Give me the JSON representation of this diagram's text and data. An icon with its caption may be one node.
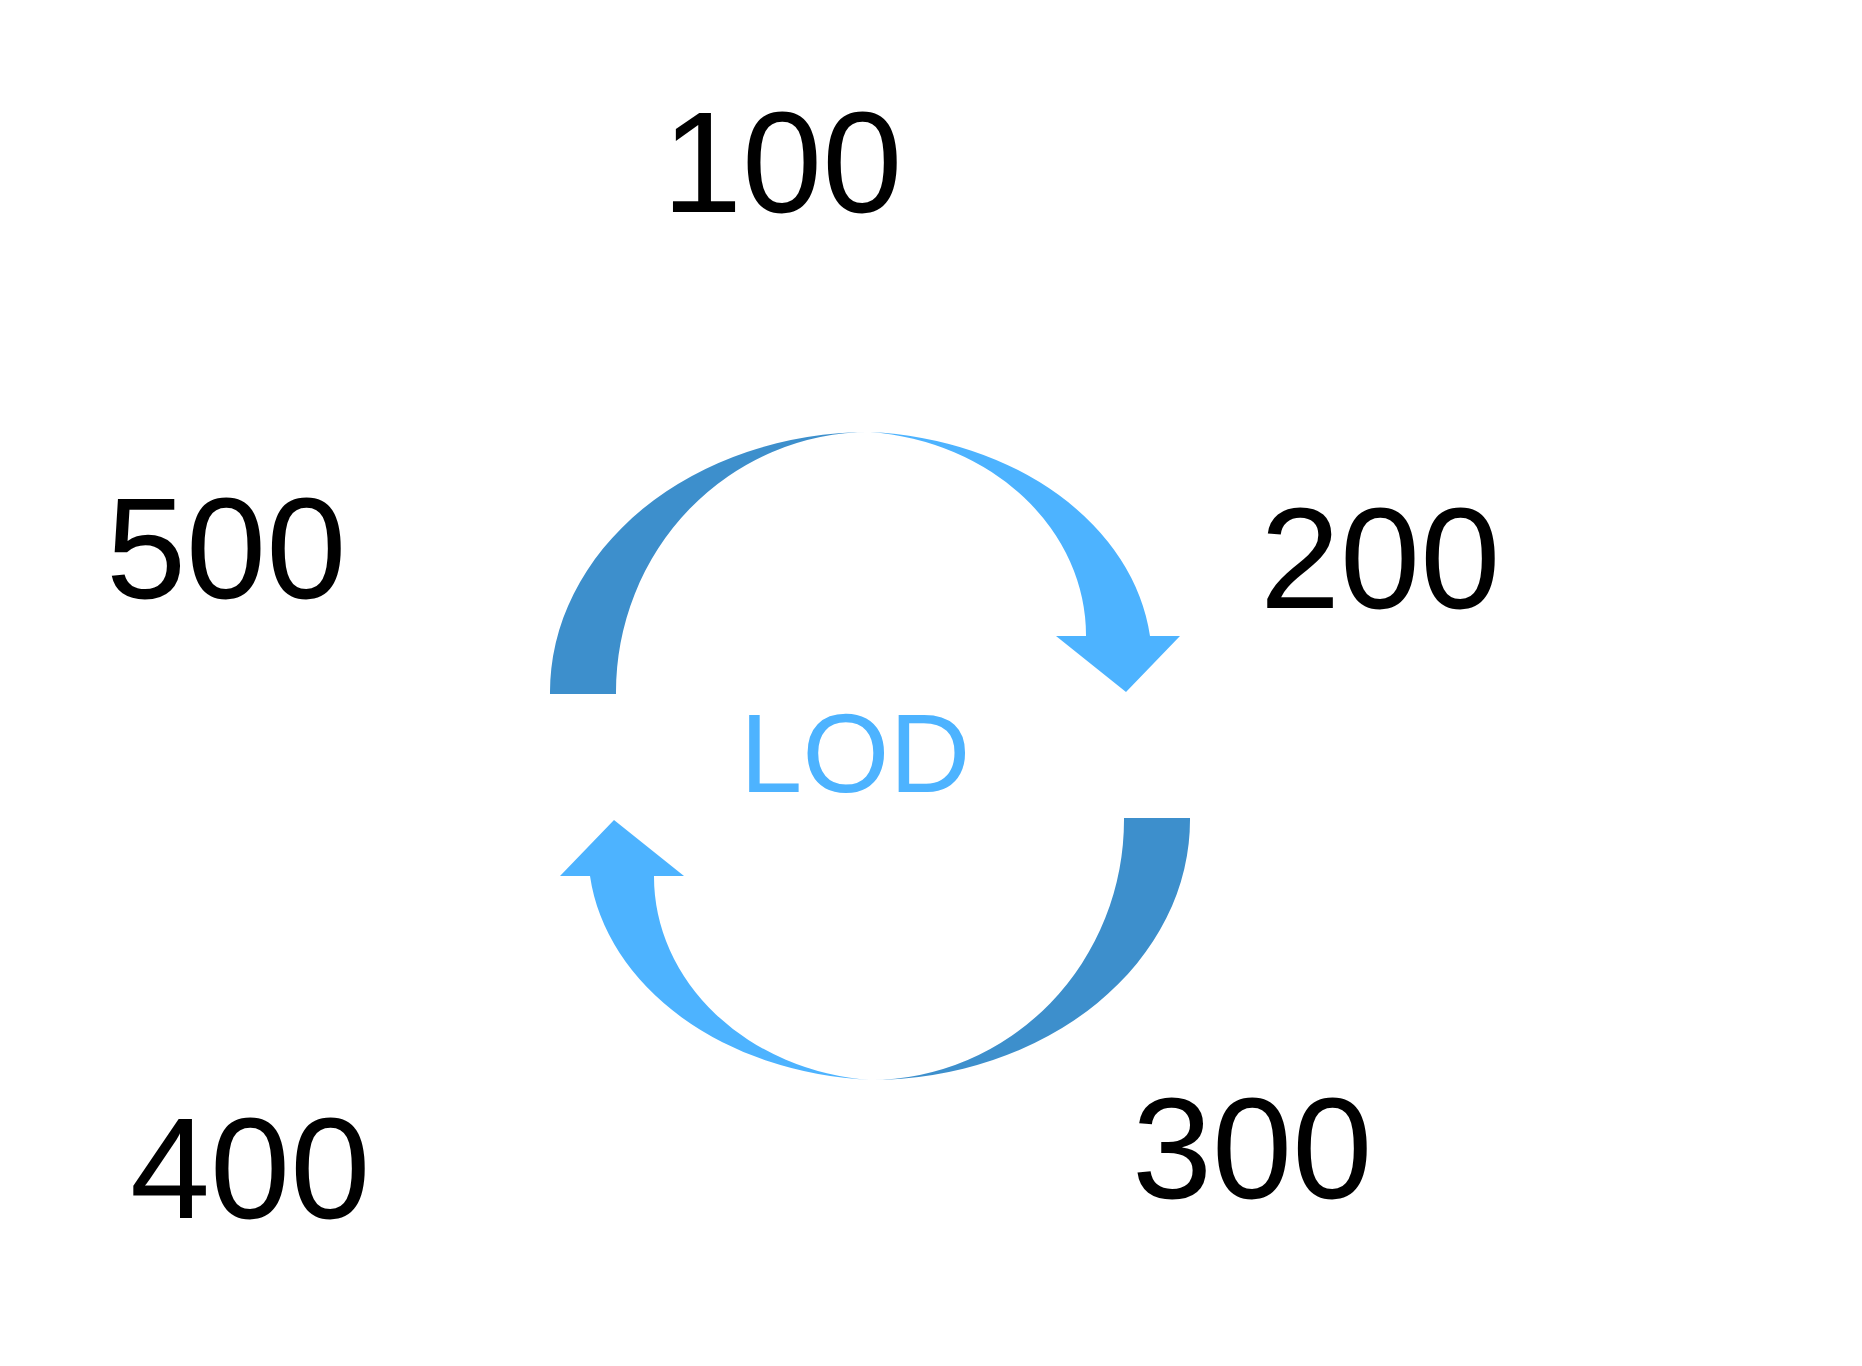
{
  "diagram": {
    "labels": [
      "100",
      "500",
      "200",
      "LOD",
      "300",
      "400"
    ]
  }
}
